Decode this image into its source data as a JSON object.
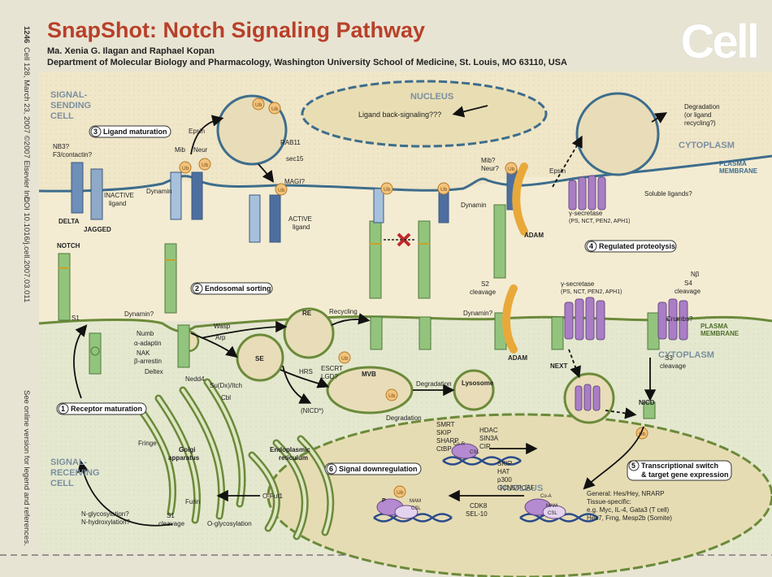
{
  "header": {
    "title": "SnapShot: Notch Signaling Pathway",
    "authors": "Ma. Xenia G. Ilagan and Raphael Kopan",
    "department": "Department of Molecular Biology and Pharmacology, Washington University School of Medicine, St. Louis, MO 63110, USA",
    "logo": "Cell"
  },
  "sidebar": {
    "page": "1246",
    "citation": "Cell 128, March 23, 2007 ©2007 Elsevier Inc.",
    "doi": "DOI 10.1016/j.cell.2007.03.011",
    "note": "See online version for legend and references."
  },
  "regions": {
    "sending_1": "SIGNAL-",
    "sending_2": "SENDING",
    "sending_3": "CELL",
    "receiving_1": "SIGNAL-",
    "receiving_2": "RECEIVING",
    "receiving_3": "CELL",
    "cytoplasm_top": "CYTOPLASM",
    "cytoplasm_bottom": "CYTOPLASM",
    "pm_top_1": "PLASMA",
    "pm_top_2": "MEMBRANE",
    "pm_bottom_1": "PLASMA",
    "pm_bottom_2": "MEMBRANE",
    "nucleus_top": "NUCLEUS",
    "nucleus_bottom": "NUCLEUS",
    "back_signaling": "Ligand back-signaling???"
  },
  "steps": {
    "s1": "Receptor maturation",
    "s2": "Endosomal sorting",
    "s3": "Ligand maturation",
    "s4": "Regulated proteolysis",
    "s5a": "Transcriptional switch",
    "s5b": "& target gene expression",
    "s6": "Signal downregulation"
  },
  "labels": {
    "nb3": "NB3?",
    "f3": "F3/contactin?",
    "inactive_1": "INACTIVE",
    "inactive_2": "ligand",
    "delta": "DELTA",
    "jagged": "JAGGED",
    "dynamin": "Dynamin",
    "epsin": "Epsin",
    "mib": "Mib",
    "neur": "Neur",
    "ub": "Ub",
    "rab11": "RAB11",
    "sec15": "sec15",
    "magi": "MAGI?",
    "active_1": "ACTIVE",
    "active_2": "ligand",
    "mib_q": "Mib?",
    "neur_q": "Neur?",
    "epsin2": "Epsin",
    "dynamin2": "Dynamin",
    "adam": "ADAM",
    "adam2": "ADAM",
    "gsec_top_1": "γ-secretase",
    "gsec_top_2": "(PS, NCT, PEN2, APH1)",
    "soluble": "Soluble ligands?",
    "degradation_top_1": "Degradation",
    "degradation_top_2": "(or ligand",
    "degradation_top_3": "recycling?)",
    "notch": "NOTCH",
    "s1_cleavage": "S1",
    "dynamin_q": "Dynamin?",
    "wasp": "Wasp",
    "arp": "Arp",
    "numb": "Numb",
    "adaptin": "α-adaptin",
    "nak": "NAK",
    "arrestin": "β-arrestin",
    "deltex": "Deltex",
    "nedd4": "Nedd4",
    "sudx": "Su(Dx)/Itch",
    "cbl": "Cbl",
    "re": "RE",
    "se": "SE",
    "recycling": "Recycling",
    "hrs": "HRS",
    "escrt_1": "ESCRT",
    "escrt_2": "LGD?",
    "nicd_q": "(NICD*)",
    "mvb": "MVB",
    "degradation": "Degradation",
    "lysosome": "Lysosome",
    "s2_1": "S2",
    "s2_2": "cleavage",
    "dynamin_q2": "Dynamin?",
    "gsec_b_1": "γ-secretase",
    "gsec_b_2": "(PS, NCT, PEN2, APH1)",
    "nb": "Nβ",
    "s4_1": "S4",
    "s4_2": "cleavage",
    "crumbs": "Crumbs?",
    "next": "NEXT",
    "s3_1": "S3",
    "s3_2": "cleavage",
    "nicd": "NICD",
    "fringe": "Fringe",
    "golgi_1": "Golgi",
    "golgi_2": "apparatus",
    "er_1": "Endoplasmic",
    "er_2": "reticulum",
    "furin": "Furin",
    "fut1": "O-Fut1",
    "nglyc_1": "N-glycosylation?",
    "nglyc_2": "N-hydroxylation?",
    "s1c_1": "S1",
    "s1c_2": "cleavage",
    "oglyc": "O-glycosylation",
    "degradation_n": "Degradation",
    "smrt": "SMRT",
    "skip": "SKIP",
    "sharp": "SHARP",
    "ctbp": "CtBP",
    "hdac": "HDAC",
    "sin3a": "SIN3A",
    "cir": "CIR",
    "cor": "Co-R",
    "csl": "CSL",
    "skip2": "SKIP",
    "hat": "HAT",
    "p300": "p300",
    "gcn5": "GCN5/PCAF",
    "coa": "Co-A",
    "mam": "MAM",
    "csl2": "CSL",
    "mam2": "MAM",
    "csl3": "CSL",
    "p": "P",
    "cdk8": "CDK8",
    "sel10": "SEL-10",
    "general": "General: Hes/Hey, NRARP",
    "tissue": "Tissue-specific:",
    "eg": "e.g. Myc, IL-4, Gata3 (T cell)",
    "hes7": "Hes7, Frng, Mesp2b (Somite)"
  },
  "colors": {
    "background": "#e8e4d3",
    "sending_cell": "#f1e6c9",
    "receiving_cell": "#e4e8cf",
    "nucleus": "#e9ddb3",
    "membrane_top": "#3d6d8c",
    "membrane_bottom": "#6b8a3a",
    "notch": "#93c47d",
    "delta": "#6d8fb8",
    "jagged": "#5a7aa8",
    "secretase": "#a97ec4",
    "adam": "#e8a93a",
    "ub": "#f2c37c",
    "title": "#b8402a"
  },
  "icons": {
    "ubiquitin": "ub-circle-icon",
    "block": "red-x-icon",
    "dna": "dna-helix-icon"
  }
}
